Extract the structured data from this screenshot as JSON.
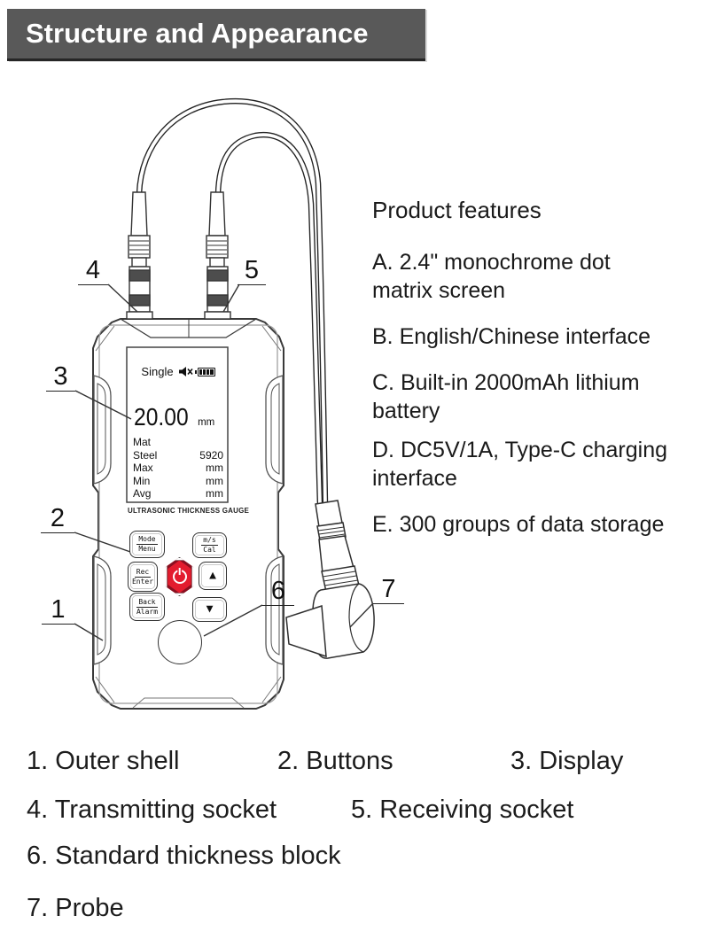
{
  "header": {
    "title": "Structure and Appearance"
  },
  "features": {
    "title": "Product features",
    "items": [
      "A. 2.4\" monochrome dot matrix screen",
      "B. English/Chinese interface",
      "C. Built-in 2000mAh lithium battery",
      "D. DC5V/1A, Type-C charging interface",
      "E. 300 groups of data storage"
    ]
  },
  "device": {
    "screen": {
      "mode": "Single",
      "status_icons": [
        "mute-icon",
        "battery-icon"
      ],
      "reading": "20.00",
      "unit": "mm",
      "rows": [
        {
          "label": "Mat",
          "value": ""
        },
        {
          "label": "Steel",
          "value": "5920"
        },
        {
          "label": "Max",
          "value": "mm"
        },
        {
          "label": "Min",
          "value": "mm"
        },
        {
          "label": "Avg",
          "value": "mm"
        }
      ]
    },
    "brand": "ULTRASONIC THICKNESS GAUGE",
    "buttons": {
      "mode": "Mode",
      "menu": "Menu",
      "ms": "m/s",
      "cal": "Cal",
      "rec": "Rec",
      "enter": "Enter",
      "back": "Back",
      "alarm": "Alarm",
      "up": "▲",
      "down": "▼",
      "power_color": "#e31c2e"
    }
  },
  "callouts": [
    "1",
    "2",
    "3",
    "4",
    "5",
    "6",
    "7"
  ],
  "legend": [
    "1. Outer shell",
    "2. Buttons",
    "3. Display",
    "4. Transmitting socket",
    "5. Receiving socket",
    "6. Standard thickness block",
    "7. Probe"
  ]
}
